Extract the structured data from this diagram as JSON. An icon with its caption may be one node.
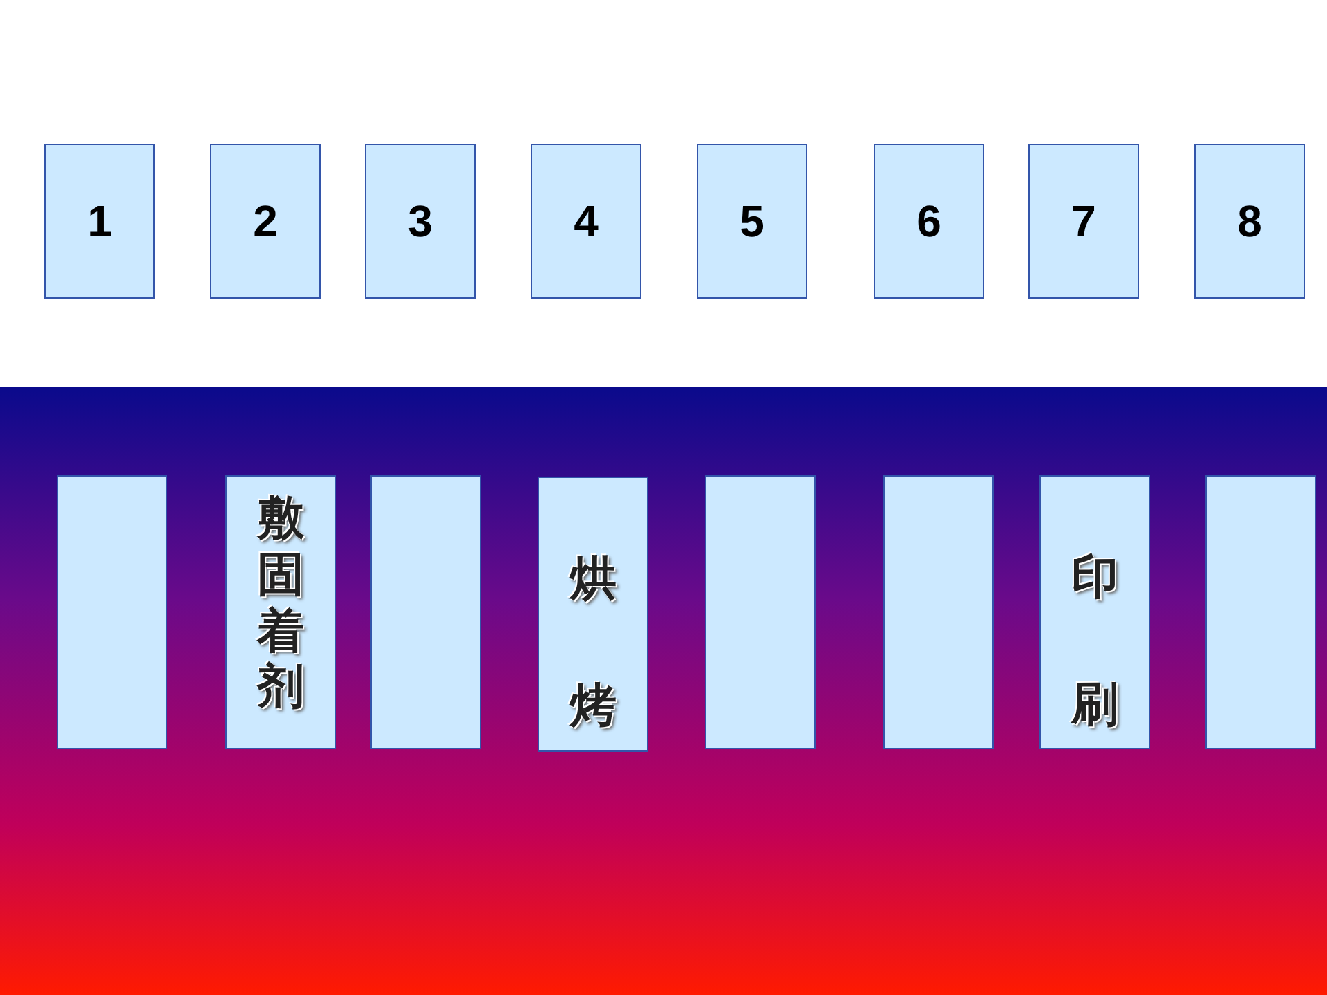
{
  "diagram": {
    "nodes": [
      {
        "text": [
          "1"
        ]
      },
      {
        "text": [
          "2"
        ]
      },
      {
        "text": [
          "3"
        ]
      },
      {
        "text": [
          "4"
        ]
      },
      {
        "text": [
          "5"
        ]
      },
      {
        "text": [
          "6"
        ]
      },
      {
        "text": [
          "7"
        ]
      },
      {
        "text": [
          "8"
        ]
      },
      {
        "text": [],
        "shape": "box"
      },
      {
        "text": [
          "敷固着剂"
        ]
      },
      {
        "text": [],
        "shape": "box"
      },
      {
        "text": [
          "烘烤"
        ]
      },
      {
        "text": [],
        "shape": "box"
      },
      {
        "text": [],
        "shape": "box"
      },
      {
        "text": [
          "印刷"
        ]
      },
      {
        "text": [],
        "shape": "box"
      }
    ]
  }
}
